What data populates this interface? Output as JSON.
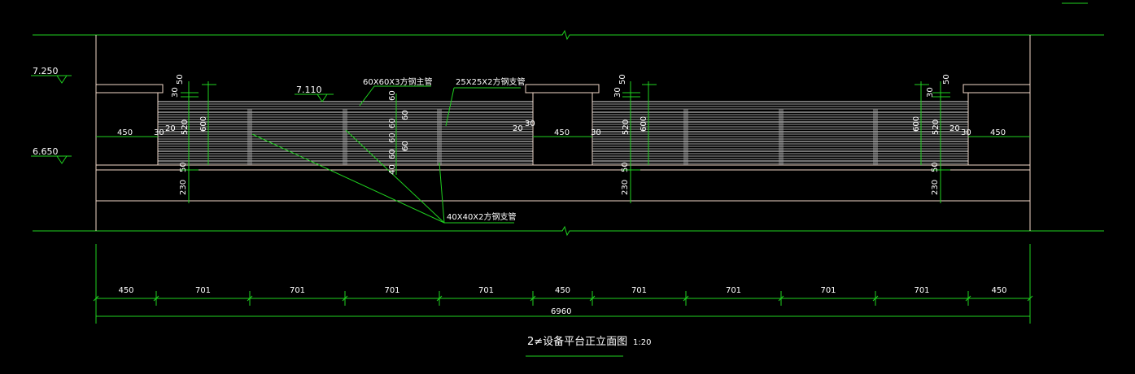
{
  "levels": {
    "top": "7.250",
    "bottom": "6.650",
    "mid": "7.110"
  },
  "callouts": {
    "main_pipe": "60X60X3方钢主管",
    "sub_pipe": "25X25X2方钢支管",
    "support_pipe": "40X40X2方钢支管"
  },
  "dims": {
    "d50": "50",
    "d30": "30",
    "d20": "20",
    "d520": "520",
    "d600": "600",
    "d230": "230",
    "d450": "450",
    "d60": "60",
    "d40": "40"
  },
  "bottom_segments": [
    "450",
    "701",
    "701",
    "701",
    "701",
    "450",
    "701",
    "701",
    "701",
    "701",
    "450"
  ],
  "overall_dim": "6960",
  "title": {
    "main": "2≠设备平台正立面图",
    "scale": "1:20"
  },
  "colors": {
    "background": "#000000",
    "lines": "#1fd21f",
    "outline": "#f2d8c8",
    "text": "#ffffff"
  }
}
